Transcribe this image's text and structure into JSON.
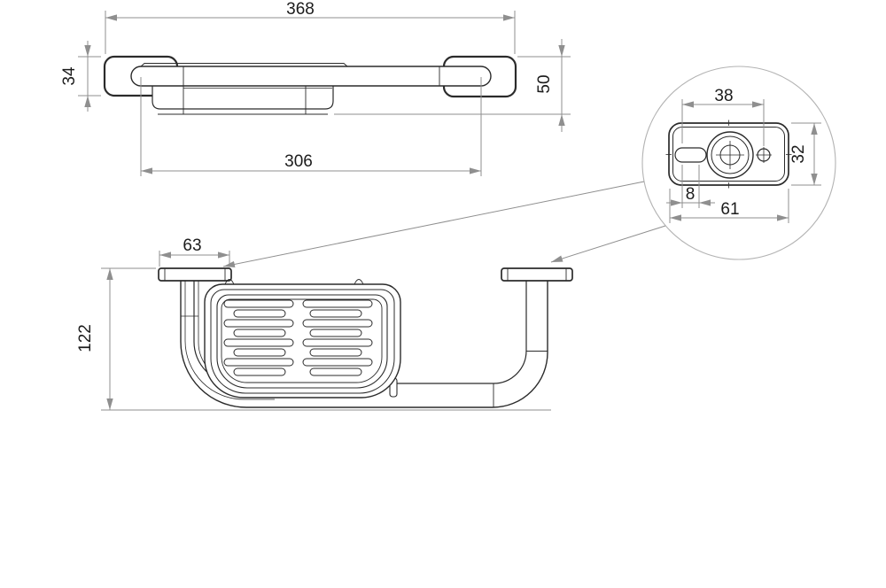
{
  "palette": {
    "part_line": "#2b2b2b",
    "dimension_line": "#8f8f8f",
    "text": "#1c1c1c",
    "background": "#ffffff"
  },
  "front_view": {
    "dim_total_width": "368",
    "dim_bracket_height": "34",
    "dim_end_height": "50",
    "dim_inner_width": "306"
  },
  "detail_view": {
    "dim_hole_spacing": "38",
    "dim_plate_height": "32",
    "dim_slot_length": "8",
    "dim_plate_width": "61"
  },
  "side_view": {
    "dim_flange_width": "63",
    "dim_overall_height": "122"
  }
}
